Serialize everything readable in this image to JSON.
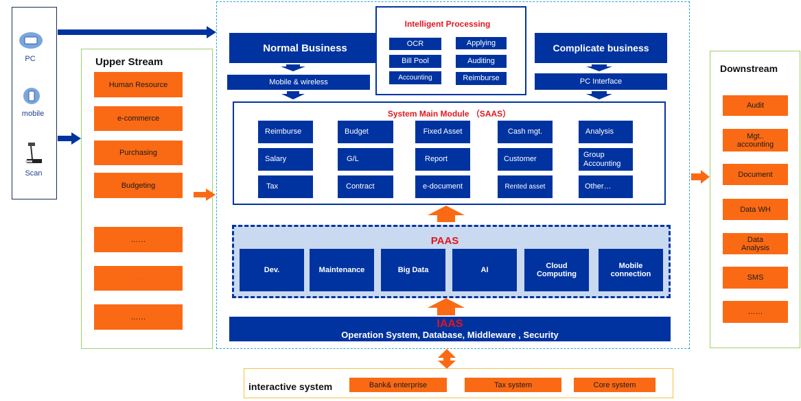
{
  "devices": {
    "pc": "PC",
    "mobile": "mobile",
    "scan": "Scan"
  },
  "upstream": {
    "title": "Upper Stream",
    "items": [
      "Human Resource",
      "e-commerce",
      "Purchasing",
      "Budgeting",
      "……",
      "……",
      "……"
    ]
  },
  "normal_business": {
    "title": "Normal Business",
    "sub": "Mobile & wireless"
  },
  "intelligent": {
    "title": "Intelligent Processing",
    "items": [
      "OCR",
      "Applying",
      "Bill Pool",
      "Auditing",
      "Accounting",
      "Reimburse"
    ]
  },
  "complicate": {
    "title": "Complicate business",
    "sub": "PC Interface"
  },
  "saas": {
    "title": "System Main Module （SAAS）",
    "cells": [
      "Reimburse",
      "Budget",
      "Fixed Asset",
      "Cash mgt.",
      "Analysis",
      "Salary",
      "G/L",
      "Report",
      "Customer",
      "Group Accounting",
      "Tax",
      "Contract",
      "e-document",
      "Rented asset",
      "Other…"
    ]
  },
  "paas": {
    "title": "PAAS",
    "items": [
      "Dev.",
      "Maintenance",
      "Big Data",
      "AI",
      "Cloud Computing",
      "Mobile connection"
    ]
  },
  "iaas": {
    "title": "IAAS",
    "sub": "Operation System, Database, Middleware , Security"
  },
  "downstream": {
    "title": "Downstream",
    "items": [
      "Audit",
      "Mgt.. accounting",
      "Document",
      "Data WH",
      "Data Analysis",
      "SMS",
      "……"
    ]
  },
  "interactive": {
    "title": "interactive system",
    "items": [
      "Bank& enterprise",
      "Tax system",
      "Core system"
    ]
  },
  "colors": {
    "primary_blue": "#0033a0",
    "orange": "#fa6a14",
    "red_title": "#e0161e",
    "green_border": "#9ed06a",
    "cyan_dashed": "#27a3d9",
    "paas_bg": "#c9d9f0",
    "gold_border": "#f5c242"
  }
}
